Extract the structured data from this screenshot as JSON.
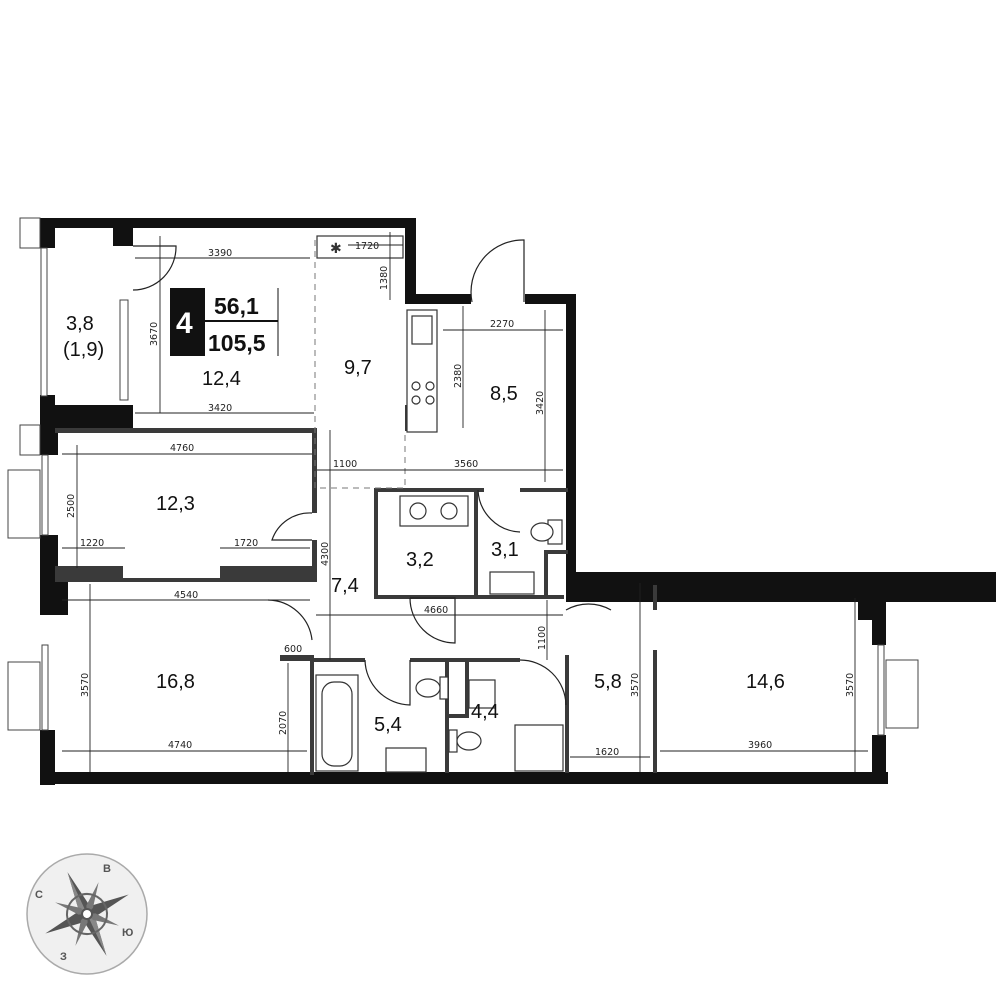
{
  "apartment": {
    "rooms_count": "4",
    "living_area": "56,1",
    "total_area": "105,5"
  },
  "room_areas": [
    {
      "id": "balcony",
      "value": "3,8"
    },
    {
      "id": "balcony-reduced",
      "value": "(1,9)"
    },
    {
      "id": "living-room",
      "value": "12,4"
    },
    {
      "id": "kitchen",
      "value": "9,7"
    },
    {
      "id": "bedroom-ne",
      "value": "8,5"
    },
    {
      "id": "bedroom-w",
      "value": "12,3"
    },
    {
      "id": "storage",
      "value": "3,2"
    },
    {
      "id": "wc-small",
      "value": "3,1"
    },
    {
      "id": "corridor",
      "value": "7,4"
    },
    {
      "id": "bedroom-sw",
      "value": "16,8"
    },
    {
      "id": "bathroom",
      "value": "5,4"
    },
    {
      "id": "shower-room",
      "value": "4,4"
    },
    {
      "id": "hall",
      "value": "5,8"
    },
    {
      "id": "bedroom-e",
      "value": "14,6"
    }
  ],
  "dimensions": [
    "3390",
    "1720",
    "1380",
    "3670",
    "3420",
    "2270",
    "2380",
    "3420",
    "4760",
    "2500",
    "1220",
    "1720",
    "4300",
    "1100",
    "3560",
    "4540",
    "4660",
    "1100",
    "600",
    "3570",
    "2070",
    "4740",
    "3570",
    "1620",
    "3960",
    "3570"
  ],
  "compass": {
    "north": "С",
    "east": "В",
    "south": "Ю",
    "west": "З"
  },
  "colors": {
    "wall": "#111111",
    "badge": "#111111",
    "compass_fill": "#f0f0f0",
    "compass_star": "#555555"
  }
}
